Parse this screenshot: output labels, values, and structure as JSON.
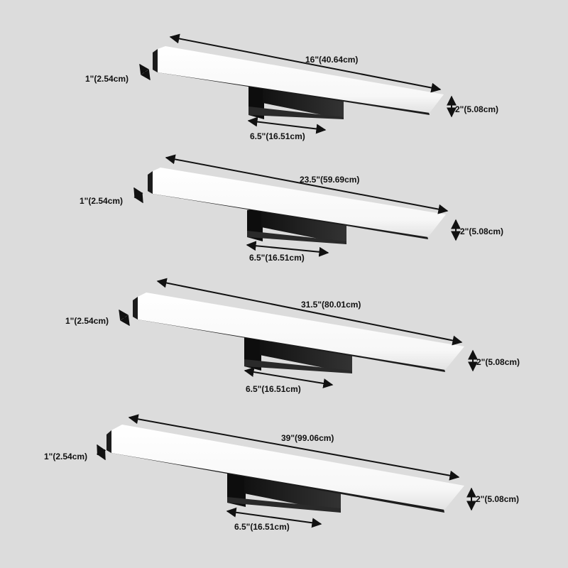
{
  "colors": {
    "background": "#dcdcdc",
    "lamp_body": "#1c1c1c",
    "diffuser": "#ffffff",
    "bracket": "#222222",
    "arrow": "#111111"
  },
  "lamps": [
    {
      "length_label": "16\"(40.64cm)",
      "depth_label": "1\"(2.54cm)",
      "height_label": "2\"(5.08cm)",
      "bracket_label": "6.5\"(16.51cm)"
    },
    {
      "length_label": "23.5\"(59.69cm)",
      "depth_label": "1\"(2.54cm)",
      "height_label": "2\"(5.08cm)",
      "bracket_label": "6.5\"(16.51cm)"
    },
    {
      "length_label": "31.5\"(80.01cm)",
      "depth_label": "1\"(2.54cm)",
      "height_label": "2\"(5.08cm)",
      "bracket_label": "6.5\"(16.51cm)"
    },
    {
      "length_label": "39\"(99.06cm)",
      "depth_label": "1\"(2.54cm)",
      "height_label": "2\"(5.08cm)",
      "bracket_label": "6.5\"(16.51cm)"
    }
  ]
}
